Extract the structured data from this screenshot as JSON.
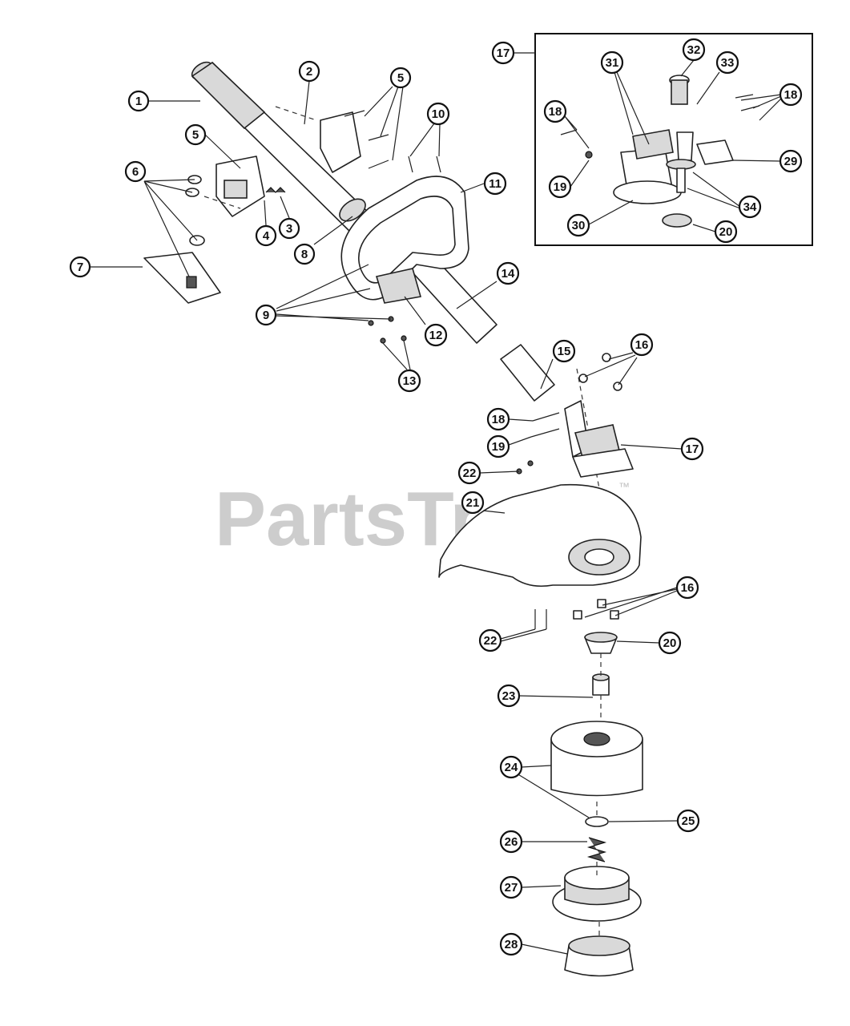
{
  "watermark": {
    "text": "PartsTree",
    "tm": "™"
  },
  "callouts": [
    {
      "label": "1"
    },
    {
      "label": "2"
    },
    {
      "label": "5"
    },
    {
      "label": "5"
    },
    {
      "label": "6"
    },
    {
      "label": "10"
    },
    {
      "label": "11"
    },
    {
      "label": "3"
    },
    {
      "label": "4"
    },
    {
      "label": "8"
    },
    {
      "label": "7"
    },
    {
      "label": "9"
    },
    {
      "label": "12"
    },
    {
      "label": "13"
    },
    {
      "label": "14"
    },
    {
      "label": "15"
    },
    {
      "label": "16"
    },
    {
      "label": "18"
    },
    {
      "label": "19"
    },
    {
      "label": "17"
    },
    {
      "label": "22"
    },
    {
      "label": "21"
    },
    {
      "label": "16"
    },
    {
      "label": "22"
    },
    {
      "label": "20"
    },
    {
      "label": "23"
    },
    {
      "label": "24"
    },
    {
      "label": "25"
    },
    {
      "label": "26"
    },
    {
      "label": "27"
    },
    {
      "label": "28"
    },
    {
      "label": "17"
    },
    {
      "label": "32"
    },
    {
      "label": "31"
    },
    {
      "label": "33"
    },
    {
      "label": "18"
    },
    {
      "label": "18"
    },
    {
      "label": "19"
    },
    {
      "label": "29"
    },
    {
      "label": "34"
    },
    {
      "label": "30"
    },
    {
      "label": "20"
    }
  ]
}
